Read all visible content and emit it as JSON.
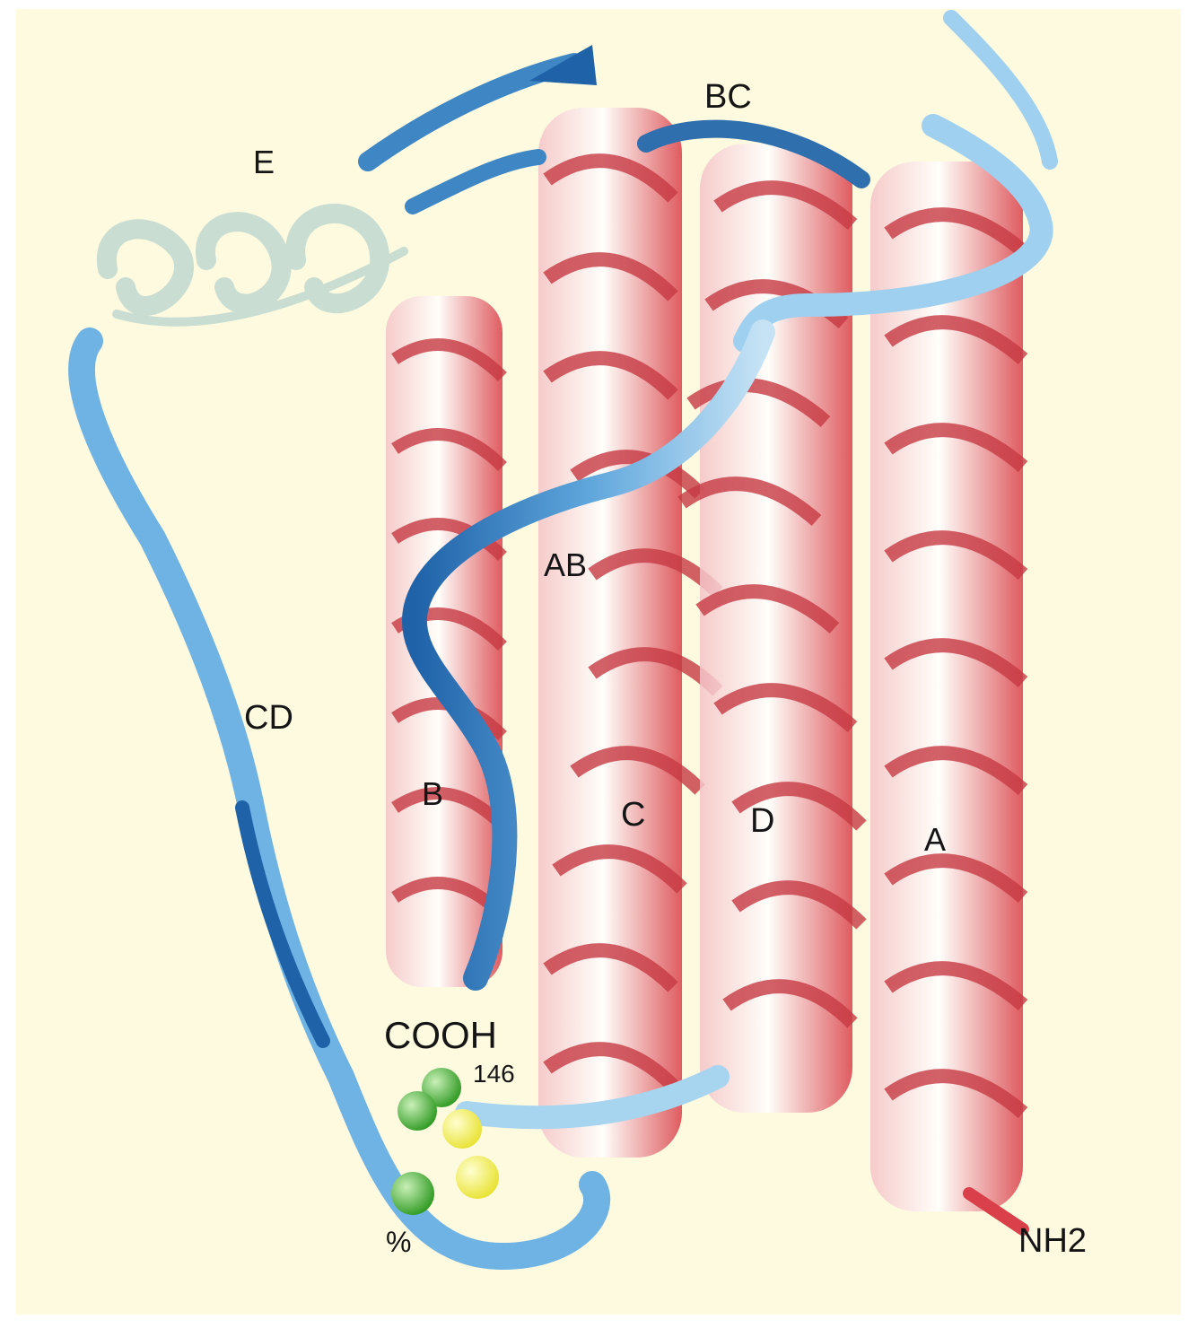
{
  "colors": {
    "background": "#fdfae0",
    "helix": "#d9404a",
    "helix_light": "#f4c3c6",
    "loop": "#5fa6dc",
    "loop_dark": "#1f62a8",
    "helix_e": "#c9ddd2",
    "residue_green": "#44b530",
    "residue_yellow": "#f1ee4a"
  },
  "labels": {
    "helix_a": "A",
    "helix_b": "B",
    "helix_c": "C",
    "helix_d": "D",
    "helix_e": "E",
    "loop_ab": "AB",
    "loop_bc": "BC",
    "loop_cd": "CD",
    "c_terminus": "COOH",
    "residue_number": "146",
    "n_terminus": "NH2",
    "percent_mark": "%"
  }
}
